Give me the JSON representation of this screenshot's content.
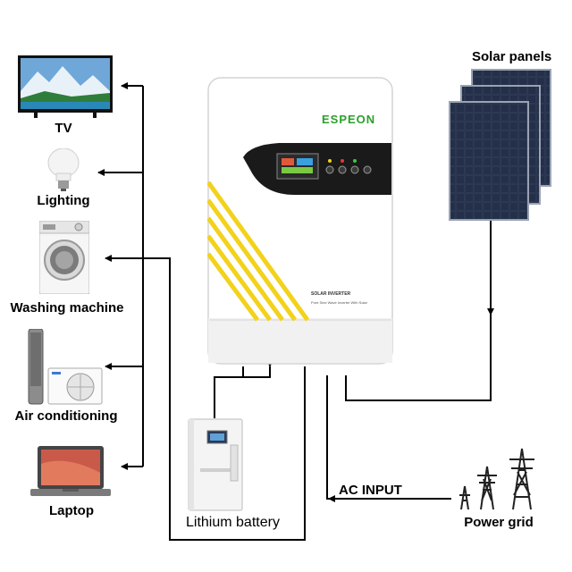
{
  "loads": [
    {
      "label": "TV",
      "icon": "tv-icon"
    },
    {
      "label": "Lighting",
      "icon": "light-bulb-icon"
    },
    {
      "label": "Washing machine",
      "icon": "washing-machine-icon"
    },
    {
      "label": "Air conditioning",
      "icon": "air-conditioner-icon"
    },
    {
      "label": "Laptop",
      "icon": "laptop-icon"
    }
  ],
  "inverter": {
    "brand": "ESPEON",
    "product": "SOLAR INVERTER",
    "subtitle": "Pure Sine Wave Inverter With Solar",
    "accent_color": "#f2d21b",
    "brand_color": "#2aa02a"
  },
  "solar": {
    "label": "Solar panels"
  },
  "battery": {
    "label": "Lithium battery"
  },
  "grid": {
    "label": "Power grid",
    "input_label": "AC INPUT"
  }
}
